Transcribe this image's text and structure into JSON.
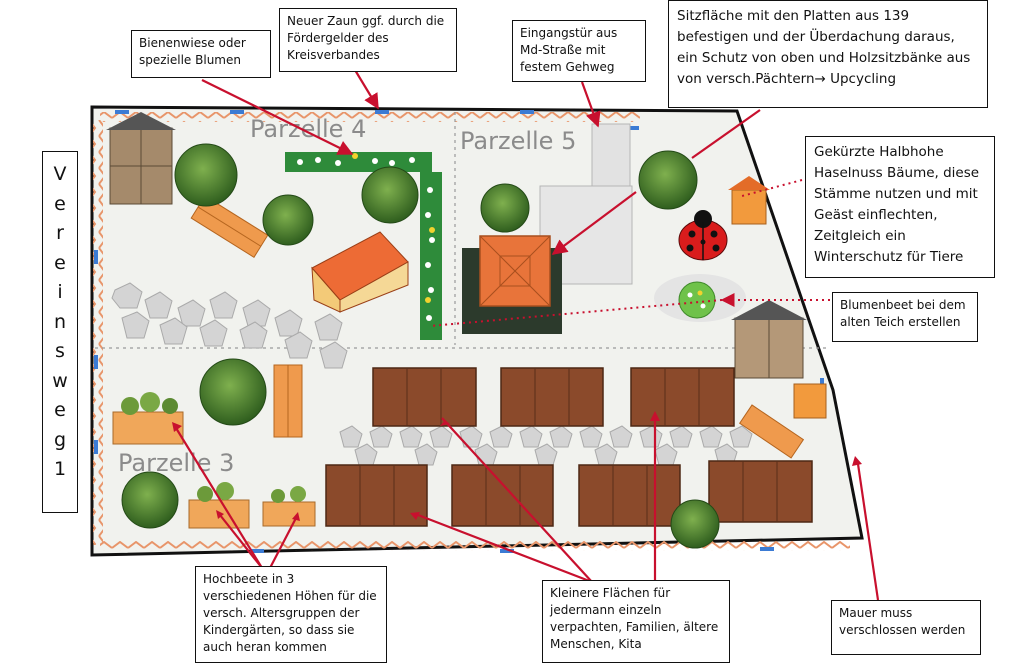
{
  "street": {
    "letters": [
      "V",
      "e",
      "r",
      "e",
      "i",
      "n",
      "s",
      "w",
      "e",
      "g",
      "1"
    ]
  },
  "parcels": {
    "p3": "Parzelle 3",
    "p4": "Parzelle 4",
    "p5": "Parzelle 5"
  },
  "notes": {
    "bienenwiese": "Bienenwiese oder spezielle Blumen",
    "zaun": "Neuer Zaun ggf. durch die Fördergelder des Kreisverbandes",
    "eingang": "Eingangstür aus Md-Straße mit festem Gehweg",
    "sitz": "Sitzfläche mit den Platten aus 139 befestigen und der Überdachung daraus, ein Schutz von oben und Holzsitzbänke aus von versch.Pächtern→ Upcycling",
    "hasel": "Gekürzte Halbhohe Haselnuss Bäume, diese Stämme nutzen und mit Geäst einflechten, Zeitgleich ein Winterschutz für Tiere",
    "blumenbeet": "Blumenbeet bei dem alten Teich erstellen",
    "hochbeete": "Hochbeete in 3 verschiedenen Höhen für die versch. Altersgruppen der Kindergärten, so dass sie auch heran kommen",
    "kleinere": "Kleinere Flächen für jedermann einzeln verpachten, Familien, ältere Menschen, Kita",
    "mauer": "Mauer muss verschlossen werden"
  },
  "colors": {
    "annotation_arrow": "#c8102e",
    "border_zigzag": "#e8956a",
    "hedge": "#2e8b3a",
    "roof": "#e8743a",
    "bed": "#8b4a2b",
    "tree": "#3f7a2a"
  }
}
